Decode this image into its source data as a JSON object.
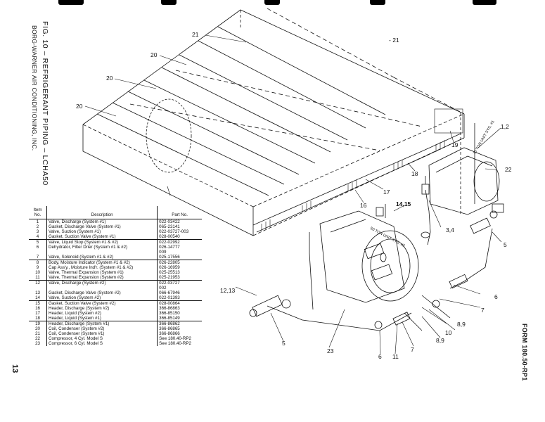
{
  "header": {
    "figure_title": "FIG. 10 – REFRIGERANT PIPING – LCHA50",
    "company": "BORG-WARNER AIR CONDITIONING, INC.",
    "page_number": "13",
    "form": "FORM 180.50-RP1"
  },
  "callouts": [
    {
      "id": "c21a",
      "text": "21"
    },
    {
      "id": "c21b",
      "text": "- 21"
    },
    {
      "id": "c20a",
      "text": "20"
    },
    {
      "id": "c20b",
      "text": "20"
    },
    {
      "id": "c20c",
      "text": "20"
    },
    {
      "id": "c12",
      "text": "1,2"
    },
    {
      "id": "c19",
      "text": "19"
    },
    {
      "id": "c22",
      "text": "22"
    },
    {
      "id": "c18",
      "text": "18"
    },
    {
      "id": "c17",
      "text": "17"
    },
    {
      "id": "c16",
      "text": "16"
    },
    {
      "id": "c1415",
      "text": "14,15"
    },
    {
      "id": "c34",
      "text": "3,4"
    },
    {
      "id": "c5a",
      "text": "5"
    },
    {
      "id": "c1213",
      "text": "12,13"
    },
    {
      "id": "c6a",
      "text": "6"
    },
    {
      "id": "c7a",
      "text": "7"
    },
    {
      "id": "c89a",
      "text": "8,9"
    },
    {
      "id": "c10",
      "text": "10"
    },
    {
      "id": "c89b",
      "text": "8,9"
    },
    {
      "id": "c5b",
      "text": "5"
    },
    {
      "id": "c23",
      "text": "23"
    },
    {
      "id": "c6b",
      "text": "6"
    },
    {
      "id": "c11",
      "text": "11"
    },
    {
      "id": "c7b",
      "text": "7"
    }
  ],
  "compressor_labels": {
    "left": "50 TON UNIT SYS. #2",
    "right": "70 TON UNIT SYS. #1"
  },
  "parts_table": {
    "headers": {
      "item": "Item No.",
      "description": "Description",
      "part": "Part No."
    },
    "rows": [
      {
        "item": "1",
        "description": "Valve, Discharge (System #1)",
        "part": "022-03422",
        "group_start": true
      },
      {
        "item": "2",
        "description": "Gasket, Discharge Valve (System #1)",
        "part": "065-23141"
      },
      {
        "item": "3",
        "description": "Valve, Suction (System #1)",
        "part": "022-03727-003"
      },
      {
        "item": "4",
        "description": "Gasket, Suction Valve (System #1)",
        "part": "028-00540"
      },
      {
        "item": "5",
        "description": "Valve, Liquid Stop (System #1 & #2)",
        "part": "022-02992",
        "group_start": true
      },
      {
        "item": "6",
        "description": "Dehydrator, Filter Drier (System #1 & #2)",
        "part": "026-14777"
      },
      {
        "item": "",
        "description": "",
        "part": "009"
      },
      {
        "item": "7",
        "description": "Valve, Solenoid (System #1 & #2)",
        "part": "025-17556"
      },
      {
        "item": "8",
        "description": "Body, Moisture Indicator (System #1 & #2)",
        "part": "026-22805",
        "group_start": true
      },
      {
        "item": "9",
        "description": "Cap Ass'y., Moisture Ind'r. (System #1 & #2)",
        "part": "026-16959"
      },
      {
        "item": "10",
        "description": "Valve, Thermal Expansion (System #1)",
        "part": "025-25513"
      },
      {
        "item": "11",
        "description": "Valve, Thermal Expansion (System #2)",
        "part": "025-21953"
      },
      {
        "item": "12",
        "description": "Valve, Discharge (System #2)",
        "part": "022-03727",
        "group_start": true
      },
      {
        "item": "",
        "description": "",
        "part": "002"
      },
      {
        "item": "13",
        "description": "Gasket, Discharge Valve (System #2)",
        "part": "066-67946"
      },
      {
        "item": "14",
        "description": "Valve, Suction (System #2)",
        "part": "022-01393"
      },
      {
        "item": "15",
        "description": "Gasket, Suction Valve (System #2)",
        "part": "028-00864",
        "group_start": true
      },
      {
        "item": "16",
        "description": "Header, Discharge (System #2)",
        "part": "366-86863"
      },
      {
        "item": "17",
        "description": "Header, Liquid (System #2)",
        "part": "366-85150"
      },
      {
        "item": "18",
        "description": "Header, Liquid (System #1)",
        "part": "366-85149"
      },
      {
        "item": "19",
        "description": "Header, Discharge (System #1)",
        "part": "366-86862",
        "group_start": true
      },
      {
        "item": "20",
        "description": "Coil, Condenser (System #2)",
        "part": "366-86865"
      },
      {
        "item": "21",
        "description": "Coil, Condenser (System #1)",
        "part": "366-86866"
      },
      {
        "item": "22",
        "description": "Compressor, 4 Cyl. Model S",
        "part": "See 180.40-RP2"
      },
      {
        "item": "23",
        "description": "Compressor, 6 Cyl. Model S",
        "part": "See 180.40-RP2"
      }
    ]
  }
}
